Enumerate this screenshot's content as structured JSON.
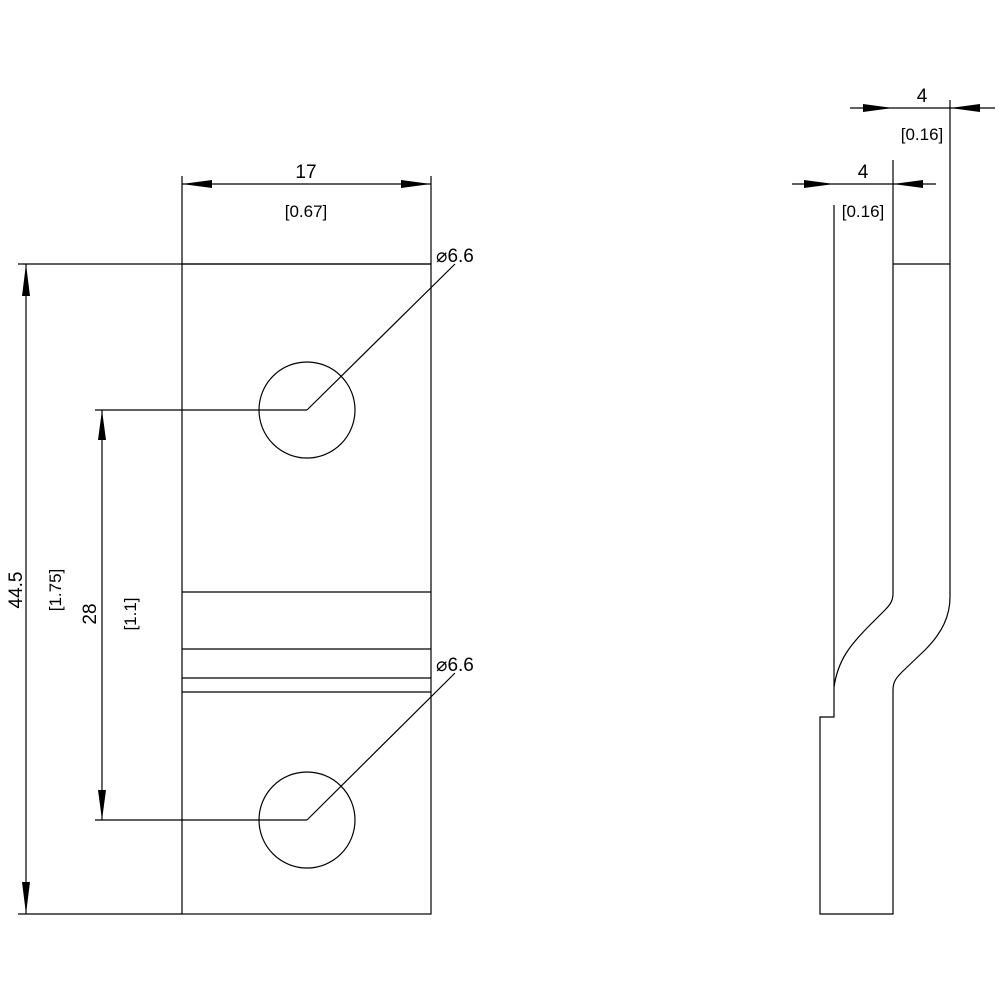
{
  "front_view": {
    "width_dim": "17",
    "width_dim_in": "[0.67]",
    "height_dim": "44.5",
    "height_dim_in": "[1.75]",
    "hole_spacing_dim": "28",
    "hole_spacing_dim_in": "[1.1]",
    "hole_top_label": "⌀6.6",
    "hole_bottom_label": "⌀6.6"
  },
  "side_view": {
    "top_thickness_dim": "4",
    "top_thickness_dim_in": "[0.16]",
    "lower_thickness_dim": "4",
    "lower_thickness_dim_in": "[0.16]"
  }
}
